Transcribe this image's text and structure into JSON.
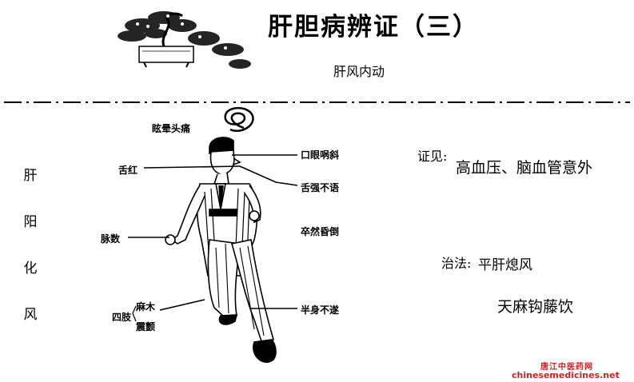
{
  "title": "肝胆病辨证（三）",
  "subtitle": "肝风内动",
  "side_title": [
    "肝",
    "阳",
    "化",
    "风"
  ],
  "labels": {
    "dizzy_headache": "眩晕头痛",
    "mouth_eye_deviated": "口眼㖞斜",
    "tongue_red": "舌红",
    "tongue_stiff": "舌强不语",
    "pulse": "脉数",
    "sudden_faint": "卒然昏倒",
    "numb": "麻木",
    "limbs": "四肢",
    "tremor": "震颤",
    "hemiplegia": "半身不遂"
  },
  "syndrome": {
    "label": "证见:",
    "text": "高血压、脑血管意外"
  },
  "treatment": {
    "label": "治法:",
    "text": "平肝熄风"
  },
  "formula": "天麻钩藤饮",
  "watermark": {
    "line1": "唐江中医药网",
    "line2": "chinesemedicines.net"
  }
}
